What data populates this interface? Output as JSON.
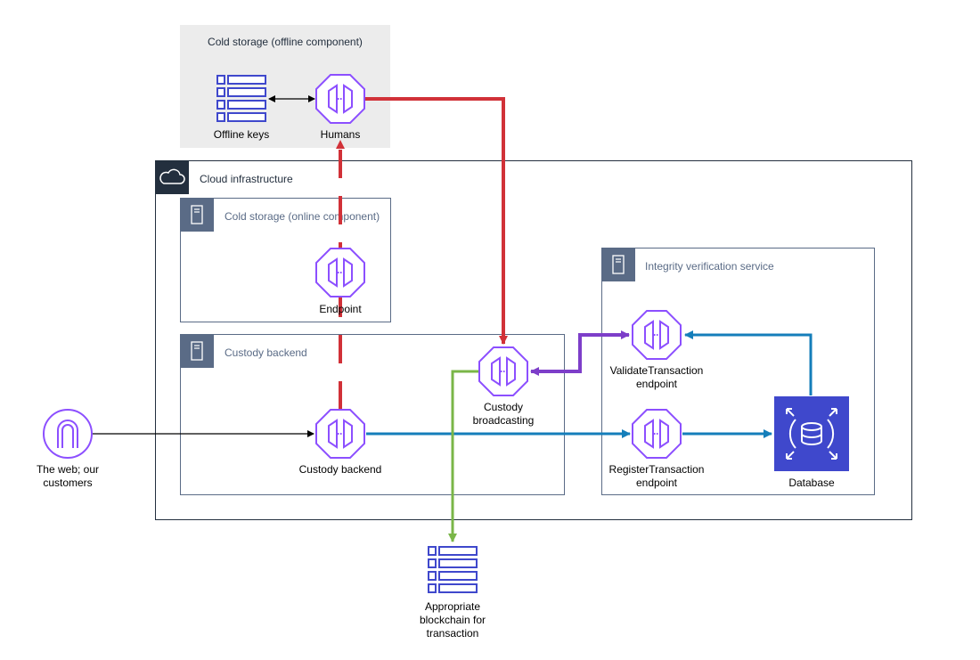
{
  "groups": {
    "cold_offline": "Cold storage (offline component)",
    "cloud": "Cloud infrastructure",
    "cold_online": "Cold storage (online component)",
    "custody_backend": "Custody backend",
    "integrity": "Integrity verification service"
  },
  "nodes": {
    "offline_keys": "Offline keys",
    "humans": "Humans",
    "endpoint": "Endpoint",
    "custody_backend": "Custody backend",
    "custody_broadcasting": "Custody broadcasting",
    "validate_tx": "ValidateTransaction endpoint",
    "register_tx": "RegisterTransaction endpoint",
    "database": "Database",
    "web_customers": "The web; our customers",
    "blockchain": "Appropriate blockchain for transaction"
  },
  "colors": {
    "purple": "#8c4fff",
    "indigo": "#3f48cc",
    "red": "#d13138",
    "blue": "#147eba",
    "green": "#7ab648",
    "violet": "#7d3ec9"
  },
  "icons": {
    "endpoint": "api-endpoint-octagon-icon",
    "keys": "stacked-list-icon",
    "database": "database-icon",
    "internet": "internet-gateway-icon",
    "cloud": "cloud-icon",
    "server": "server-icon"
  }
}
